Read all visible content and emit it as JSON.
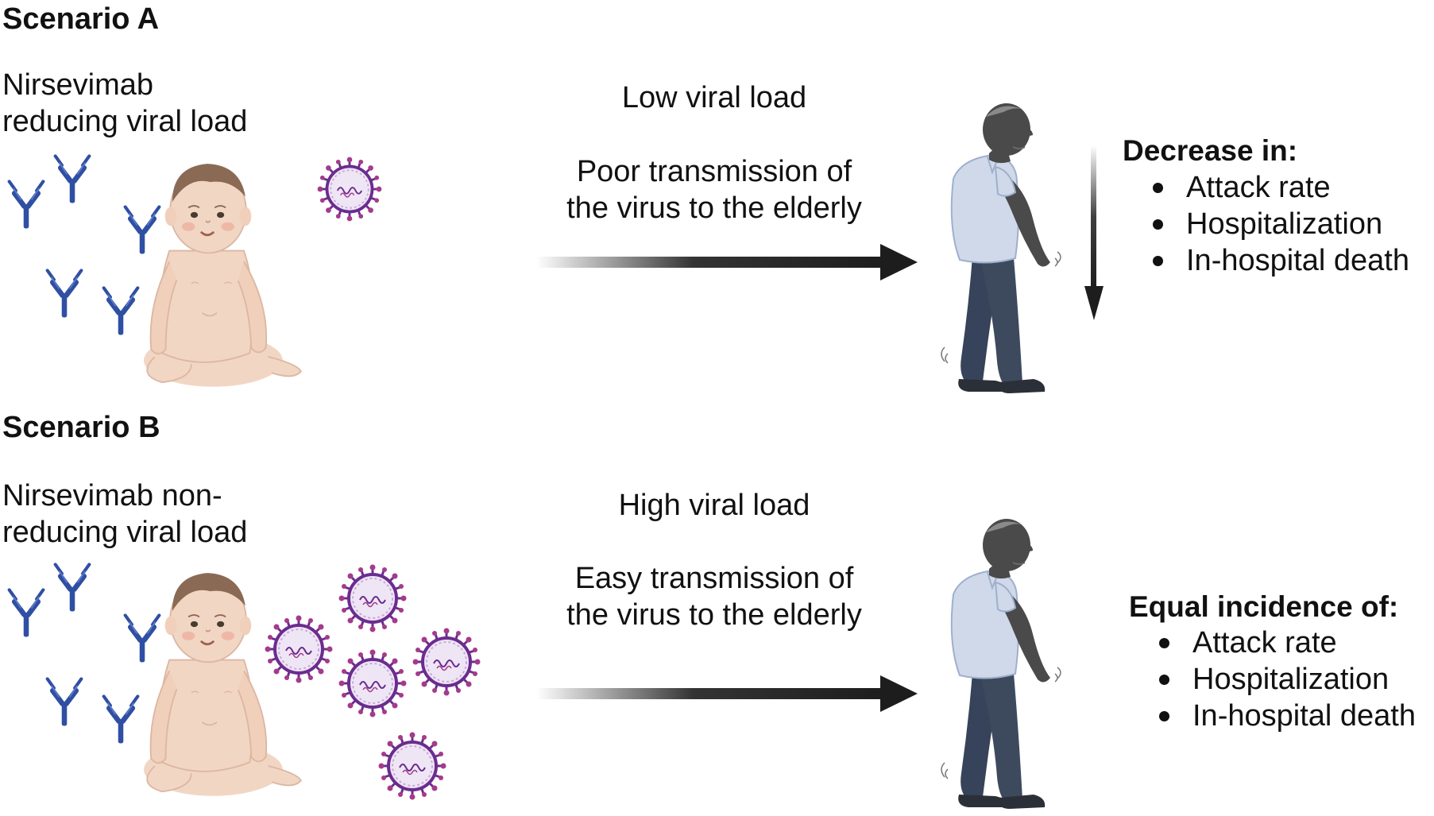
{
  "scenario_a": {
    "title": "Scenario A",
    "description_line1": "Nirsevimab",
    "description_line2": "reducing viral load",
    "load_label": "Low viral load",
    "transmission_line1": "Poor transmission of",
    "transmission_line2": "the virus to the elderly",
    "outcome_heading": "Decrease in:",
    "outcomes": [
      "Attack rate",
      "Hospitalization",
      "In-hospital death"
    ]
  },
  "scenario_b": {
    "title": "Scenario B",
    "description_line1": "Nirsevimab non-",
    "description_line2": "reducing viral load",
    "load_label": "High viral load",
    "transmission_line1": "Easy transmission of",
    "transmission_line2": "the virus to the elderly",
    "outcome_heading": "Equal incidence of:",
    "outcomes": [
      "Attack rate",
      "Hospitalization",
      "In-hospital death"
    ]
  },
  "colors": {
    "antibody": "#2f4fa3",
    "virus_ring": "#6b2c8f",
    "virus_fill": "#efe6f5",
    "skin": "#f2d6c4",
    "hair": "#8a6a55",
    "shirt": "#cfd9ea",
    "pants": "#3d4a5e",
    "elder_skin": "#4a4a4a",
    "arrow": "#1d1d1d"
  },
  "icons": [
    "antibody-icon",
    "virus-icon",
    "baby-icon",
    "elderly-person-icon",
    "arrow-right-icon",
    "arrow-down-icon"
  ]
}
